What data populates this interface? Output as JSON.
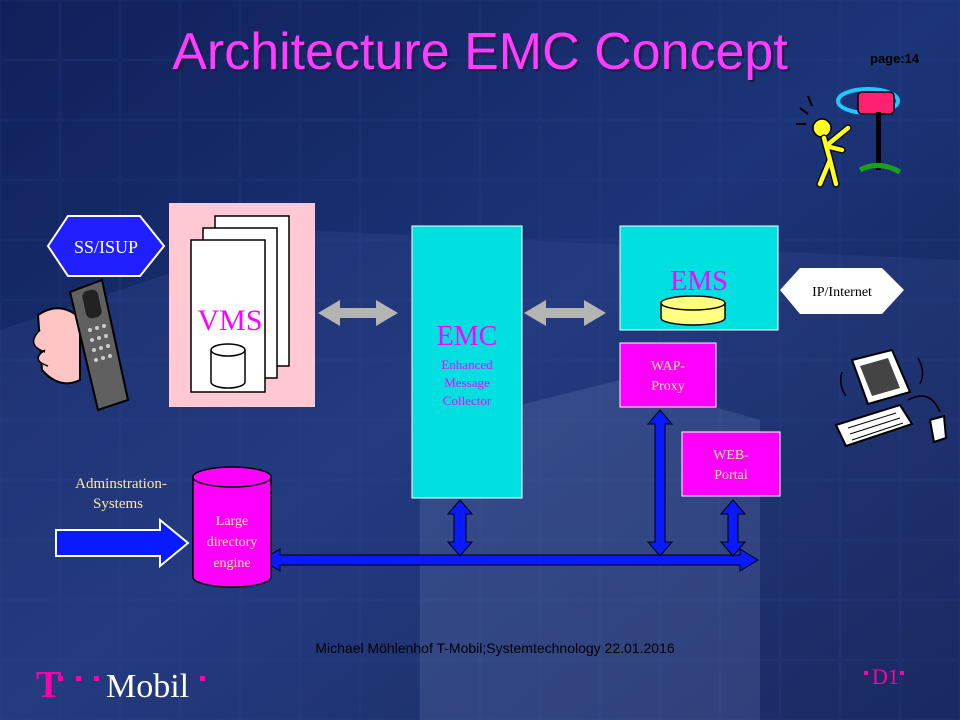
{
  "title": "Architecture EMC Concept",
  "page_label": "page:14",
  "ss_isup_label": "SS/ISUP",
  "vms": {
    "label": "VMS"
  },
  "emc": {
    "title": "EMC",
    "subtitle_lines": [
      "Enhanced",
      "Message",
      "Collector"
    ]
  },
  "ems": {
    "label": "EMS"
  },
  "ip_internet_label": "IP/Internet",
  "wap_proxy": {
    "lines": [
      "WAP-",
      "Proxy"
    ]
  },
  "web_portal": {
    "lines": [
      "WEB-",
      "Portal"
    ]
  },
  "admin_systems": {
    "lines": [
      "Adminstration-",
      "Systems"
    ]
  },
  "directory_engine": {
    "lines": [
      "Large",
      "directory",
      "engine"
    ]
  },
  "footer": "Michael Möhlenhof T-Mobil;Systemtechnology 22.01.2016",
  "logo": {
    "t": "T",
    "mobil": "Mobil",
    "d1": "D1"
  },
  "colors": {
    "title": "#ff3cff",
    "emc_fill": "#00e0e0",
    "ems_fill": "#00e0e0",
    "magenta_box": "#ff00ff",
    "bus_blue": "#0a1aff",
    "vms_back": "#ffc8d2",
    "arrow_gray": "#b4b4b4",
    "label_gold": "#ffe8a0"
  }
}
